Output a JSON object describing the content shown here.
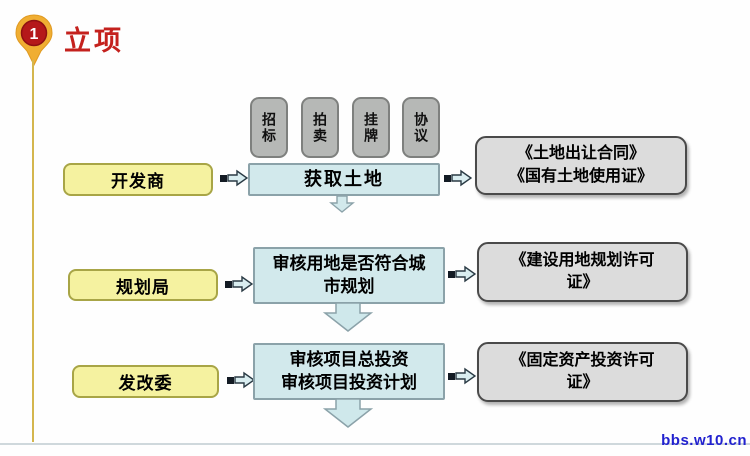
{
  "title": {
    "number": "1",
    "label": "立项"
  },
  "watermark": "bbs.w10.cn",
  "land_methods": [
    {
      "label": "招标"
    },
    {
      "label": "拍卖"
    },
    {
      "label": "挂牌"
    },
    {
      "label": "协议"
    }
  ],
  "rows": [
    {
      "actor": "开发商",
      "action_lines": [
        "获取土地"
      ],
      "result_lines": [
        "《土地出让合同》",
        "《国有土地使用证》"
      ]
    },
    {
      "actor": "规划局",
      "action_lines": [
        "审核用地是否符合城",
        "市规划"
      ],
      "result_lines": [
        "《建设用地规划许可",
        "证》"
      ]
    },
    {
      "actor": "发改委",
      "action_lines": [
        "审核项目总投资",
        "审核项目投资计划"
      ],
      "result_lines": [
        "《固定资产投资许可",
        "证》"
      ]
    }
  ],
  "colors": {
    "title_red": "#c4211d",
    "actor_fill": "#f5f2a0",
    "action_fill": "#d2e9ec",
    "result_fill": "#dcdcdc",
    "method_fill": "#b6b8b6",
    "pin_gold": "#f0ae32",
    "pin_red": "#b5181a",
    "timeline_line": "#d4b64e",
    "watermark_blue": "#2121cf"
  }
}
